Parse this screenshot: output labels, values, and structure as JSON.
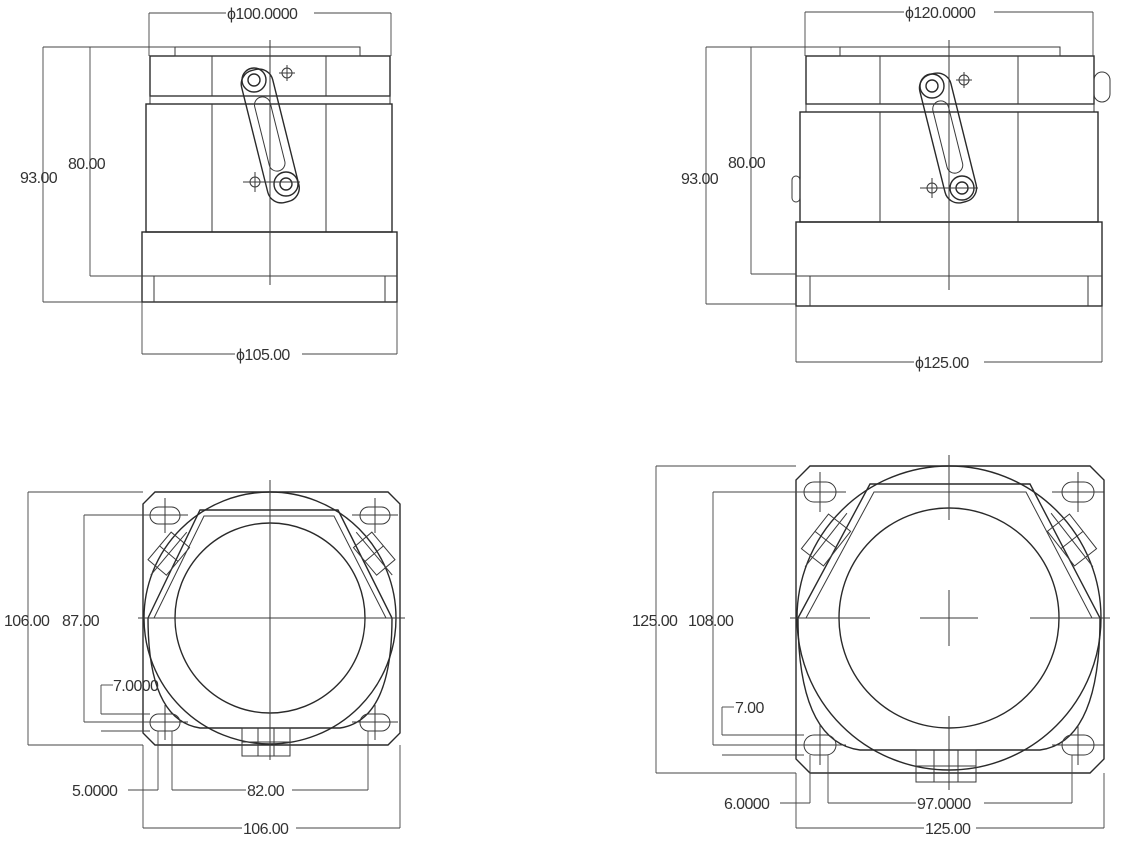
{
  "views": {
    "top_left": {
      "top_diameter": "ϕ100.0000",
      "height_outer": "93.00",
      "height_inner": "80.00",
      "base_diameter": "ϕ105.00"
    },
    "top_right": {
      "top_diameter": "ϕ120.0000",
      "height_outer": "93.00",
      "height_inner": "80.00",
      "base_diameter": "ϕ125.00"
    },
    "bottom_left": {
      "outer_height": "106.00",
      "hole_height": "87.00",
      "slot_offset": "7.0000",
      "slot_width": "5.0000",
      "hole_spacing": "82.00",
      "outer_width": "106.00"
    },
    "bottom_right": {
      "outer_height": "125.00",
      "hole_height": "108.00",
      "slot_offset": "7.00",
      "slot_width": "6.0000",
      "hole_spacing": "97.0000",
      "outer_width": "125.00"
    }
  },
  "colors": {
    "line": "#3a3a3a",
    "background": "#ffffff"
  }
}
